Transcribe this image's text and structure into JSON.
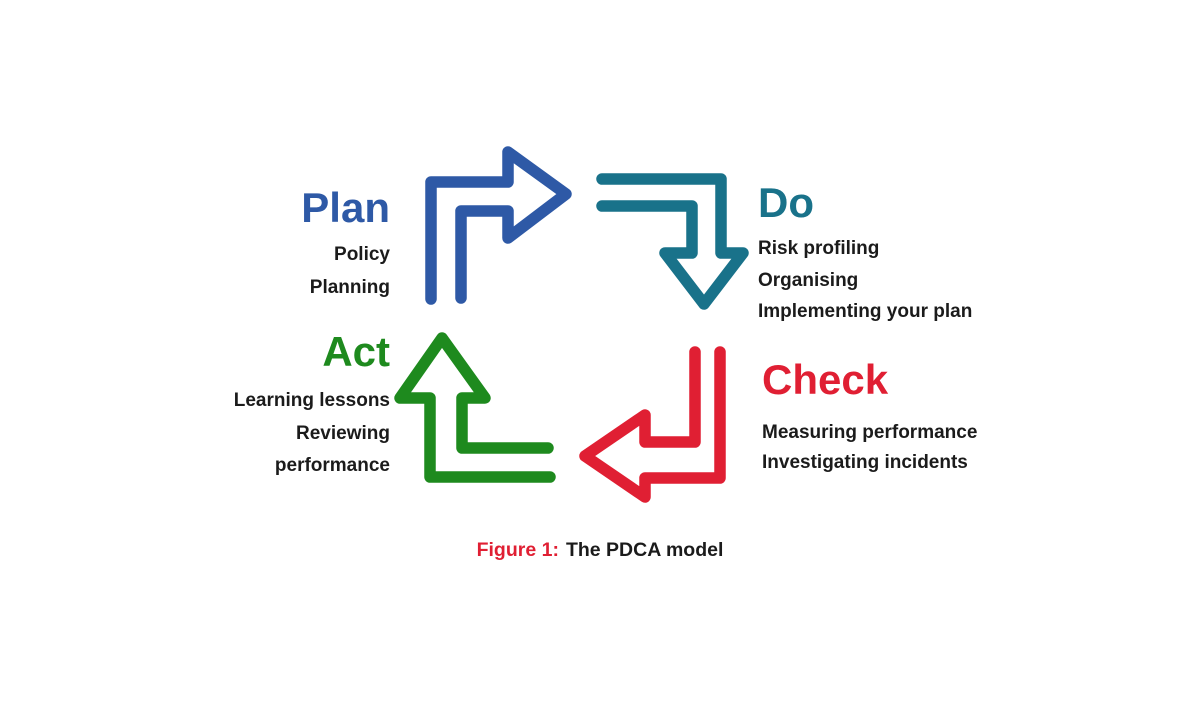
{
  "colors": {
    "plan": "#2e59a6",
    "do": "#19728a",
    "check": "#e01f33",
    "act": "#1e8a1e",
    "text": "#1b1b1b",
    "background": "#ffffff"
  },
  "quadrants": {
    "plan": {
      "title": "Plan",
      "lines": [
        "Policy",
        "Planning"
      ]
    },
    "do": {
      "title": "Do",
      "lines": [
        "Risk profiling",
        "Organising",
        "Implementing your plan"
      ]
    },
    "check": {
      "title": "Check",
      "lines": [
        "Measuring performance",
        "Investigating incidents"
      ]
    },
    "act": {
      "title": "Act",
      "lines": [
        "Learning lessons",
        "Reviewing",
        "performance"
      ]
    }
  },
  "arrows": {
    "plan": {
      "icon": "turn-up-then-right-arrow-icon"
    },
    "do": {
      "icon": "turn-right-then-down-arrow-icon"
    },
    "check": {
      "icon": "turn-down-then-left-arrow-icon"
    },
    "act": {
      "icon": "turn-left-then-up-arrow-icon"
    }
  },
  "figure_caption": {
    "label": "Figure 1:",
    "title": "The PDCA model"
  }
}
